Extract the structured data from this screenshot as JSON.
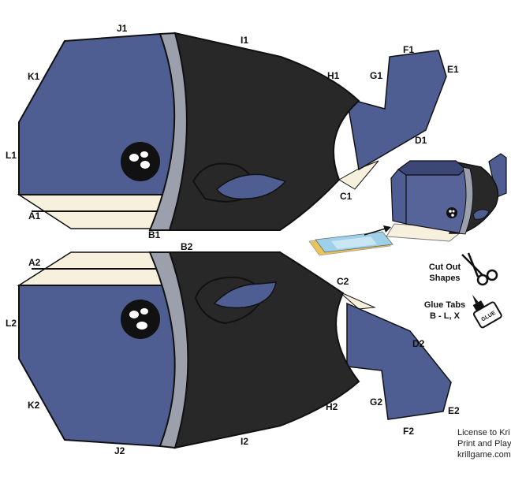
{
  "colors": {
    "blue": "#4F5E92",
    "black": "#282828",
    "gray_band": "#9CA0AC",
    "cream": "#F7F0DC",
    "outline": "#111111"
  },
  "labels": {
    "J1": "J1",
    "I1": "I1",
    "F1": "F1",
    "E1": "E1",
    "G1": "G1",
    "H1": "H1",
    "K1": "K1",
    "L1": "L1",
    "D1": "D1",
    "C1": "C1",
    "A1": "A1",
    "B1": "B1",
    "A2": "A2",
    "B2": "B2",
    "C2": "C2",
    "L2": "L2",
    "D2": "D2",
    "K2": "K2",
    "H2": "H2",
    "G2": "G2",
    "E2": "E2",
    "F2": "F2",
    "J2": "J2",
    "I2": "I2"
  },
  "instructions": {
    "cut_line1": "Cut Out",
    "cut_line2": "Shapes",
    "glue_line1": "Glue Tabs",
    "glue_line2": "B - L, X",
    "glue_bottle_text": "GLUE"
  },
  "credits": {
    "line1": "License to Kri",
    "line2": "Print and Play",
    "line3": "krillgame.com"
  },
  "icons": {
    "scissors": "scissors-icon",
    "glue": "glue-bottle-icon"
  }
}
